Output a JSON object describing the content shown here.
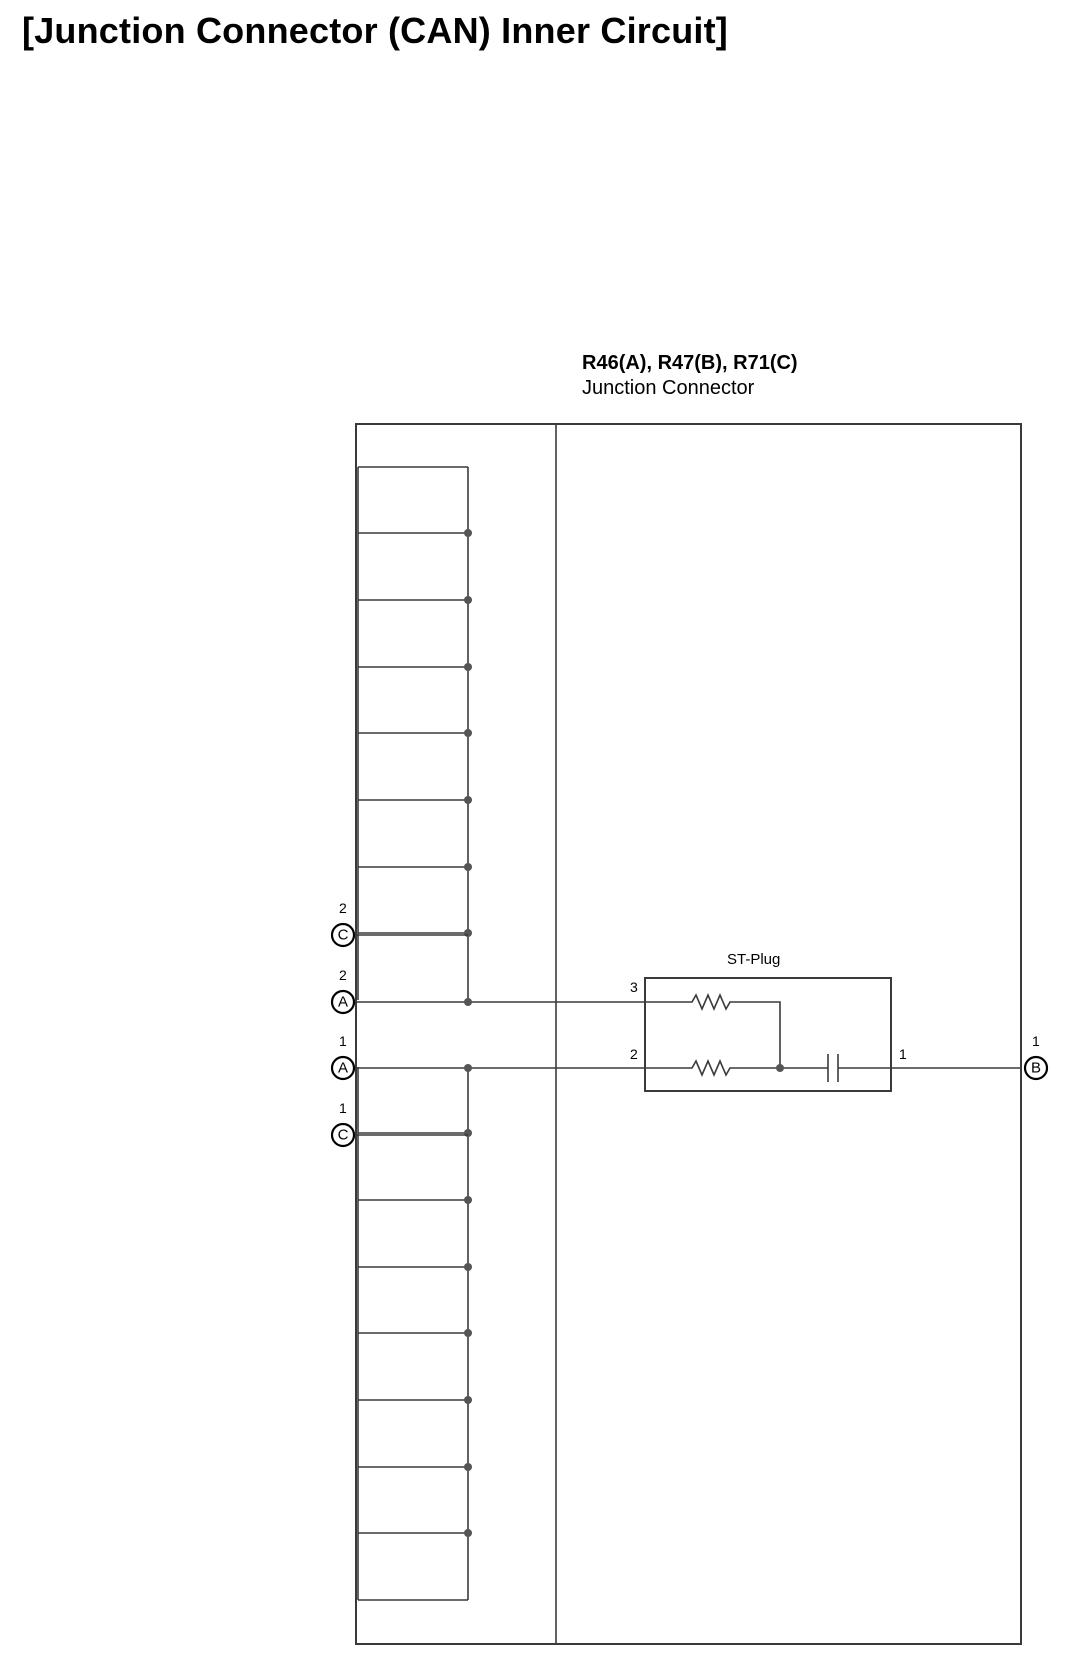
{
  "title": "[Junction Connector (CAN) Inner Circuit]",
  "connector": {
    "name": "R46(A), R47(B), R71(C)",
    "description": "Junction Connector"
  },
  "st_plug": {
    "label": "ST-Plug",
    "pins": {
      "p3": "3",
      "p2": "2",
      "p1": "1"
    }
  },
  "terminals": [
    {
      "letter": "C",
      "pin": "2"
    },
    {
      "letter": "A",
      "pin": "2"
    },
    {
      "letter": "A",
      "pin": "1"
    },
    {
      "letter": "C",
      "pin": "1"
    },
    {
      "letter": "B",
      "pin": "1"
    }
  ],
  "colors": {
    "line": "#3a3a3a",
    "dot": "#555555",
    "background": "#ffffff"
  }
}
